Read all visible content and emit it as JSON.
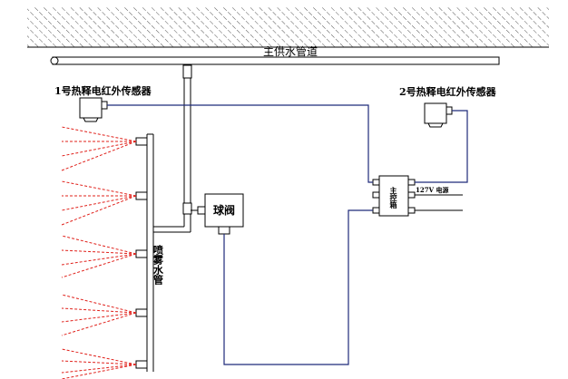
{
  "labels": {
    "main_pipe": "主供水管道",
    "sensor1": "1号热释电红外传感器",
    "sensor2": "2号热释电红外传感器",
    "ball_valve": "球阀",
    "controller": "主控箱",
    "power": "127V 电源",
    "spray_pipe": "喷雾水管"
  },
  "colors": {
    "signal_wire": "#1f2a7a",
    "spray": "#e0201a",
    "line": "#000000"
  }
}
